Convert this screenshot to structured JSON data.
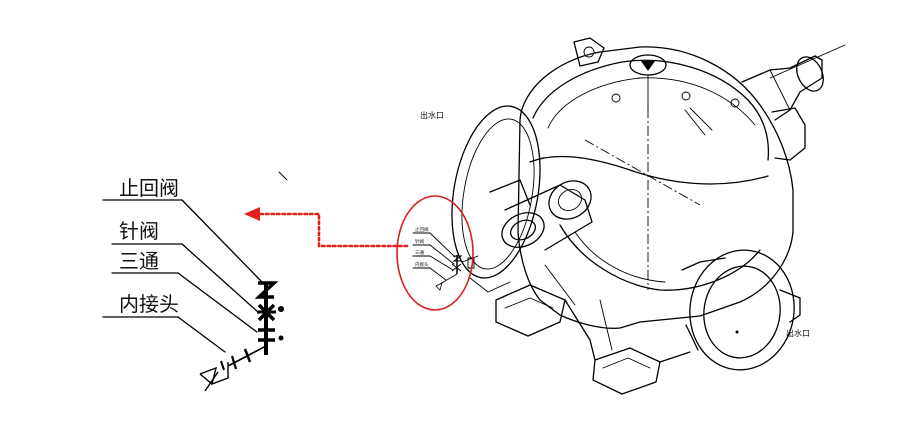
{
  "callout_labels": [
    "止回阀",
    "针阀",
    "三通",
    "内接头"
  ],
  "inset_labels": [
    "止回阀",
    "针阀",
    "三通",
    "内接头"
  ],
  "outlet_top_label": "出水口",
  "outlet_right_label": "出水口",
  "colors": {
    "arrow": "#e0201c",
    "circle": "#d8201c",
    "line": "#000000"
  }
}
